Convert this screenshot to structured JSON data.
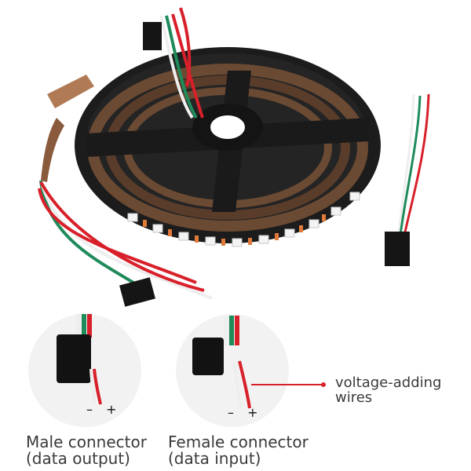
{
  "labels": {
    "male_line1": "Male connector",
    "male_line2": "(data output)",
    "female_line1": "Female connector",
    "female_line2": "(data input)",
    "voltage_line1": "voltage-adding",
    "voltage_line2": "wires",
    "male_polarity": "– +",
    "female_polarity": "– +"
  },
  "colors": {
    "reel": "#1c1c1c",
    "strip": "#8a5a3c",
    "wire_red": "#d8202a",
    "wire_green": "#1f8a5a",
    "wire_white": "#eeeeee",
    "pointer": "#d8202a"
  }
}
